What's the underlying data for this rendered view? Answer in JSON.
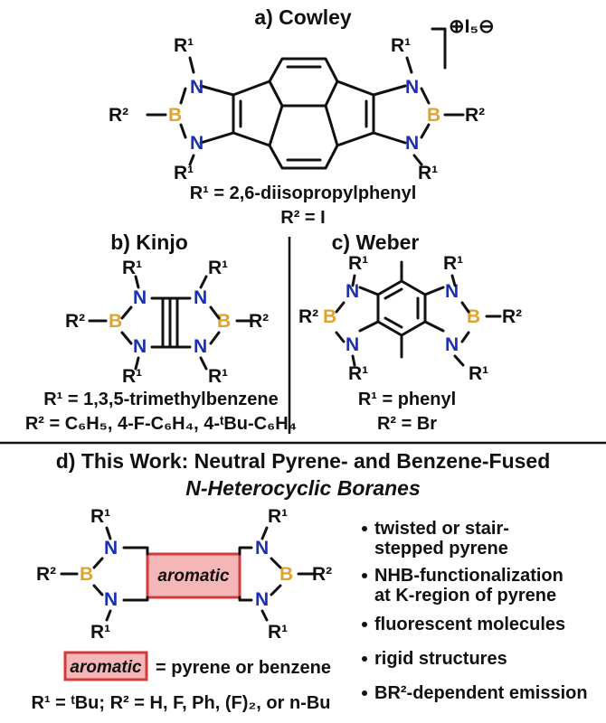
{
  "panel_a": {
    "title": "a) Cowley",
    "charge": "⊕I₅⊖",
    "r1_def": "R¹ = 2,6-diisopropylphenyl",
    "r2_def": "R² = I"
  },
  "panel_b": {
    "title": "b) Kinjo",
    "r1_def": "R¹ = 1,3,5-trimethylbenzene",
    "r2_def": "R² = C₆H₅, 4-F-C₆H₄, 4-ᵗBu-C₆H₄"
  },
  "panel_c": {
    "title": "c) Weber",
    "r1_def": "R¹ = phenyl",
    "r2_def": "R² = Br"
  },
  "panel_d": {
    "title_line1": "d) This Work: Neutral Pyrene- and Benzene-Fused",
    "title_line2": "N-Heterocyclic Boranes",
    "core_label": "aromatic",
    "legend_box": "aromatic",
    "legend_text": "= pyrene or benzene",
    "substituents": "R¹ = ᵗBu; R² = H, F, Ph, (F)₂, or n-Bu",
    "bullets": [
      "twisted or stair-",
      "stepped pyrene",
      "NHB-functionalization",
      "at K-region of pyrene",
      "fluorescent molecules",
      "rigid structures",
      "BR²-dependent emission"
    ]
  },
  "atoms": {
    "N": "N",
    "B": "B",
    "R1": "R¹",
    "R2": "R²"
  },
  "colors": {
    "nitrogen": "#1a2fb5",
    "boron": "#e0a32b",
    "aromatic_fill": "#f4b6b6",
    "aromatic_border": "#d33b3b"
  }
}
